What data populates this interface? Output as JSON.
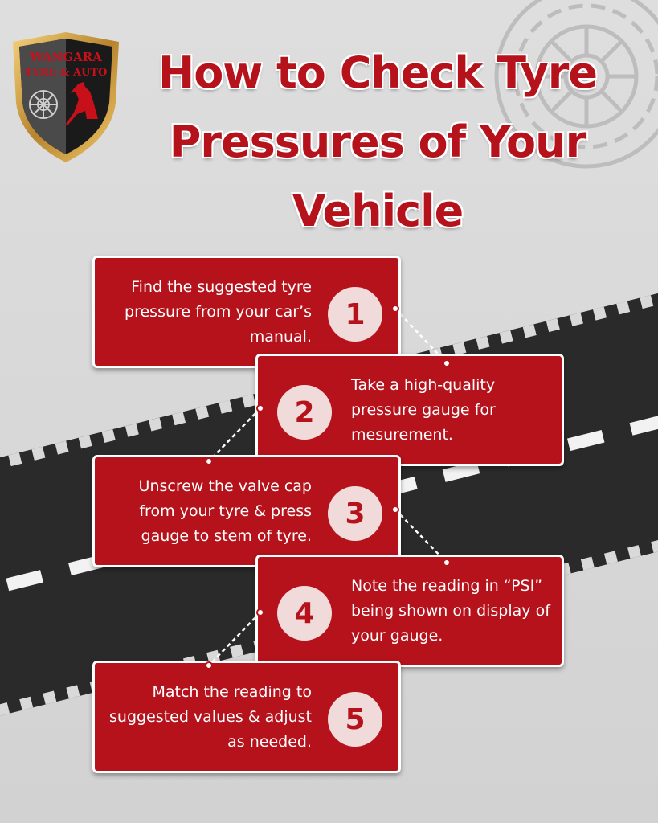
{
  "title": {
    "line1": "How to Check Tyre",
    "line2": "Pressures of Your",
    "line3": "Vehicle"
  },
  "logo": {
    "line1": "WANGARA",
    "line2": "TYRE & AUTO",
    "icons": [
      "wheel-icon",
      "kangaroo-icon"
    ]
  },
  "steps": [
    {
      "number": "1",
      "text": "Find the suggested tyre pressure from your car’s manual."
    },
    {
      "number": "2",
      "text": "Take a high-quality pressure gauge for mesurement."
    },
    {
      "number": "3",
      "text": "Unscrew the valve cap from your tyre & press gauge to stem of tyre."
    },
    {
      "number": "4",
      "text": "Note the reading in “PSI” being shown on display of your gauge."
    },
    {
      "number": "5",
      "text": "Match the reading to suggested values & adjust as needed."
    }
  ],
  "colors": {
    "accent": "#b5121b",
    "road": "#2a2a2a",
    "background": "#d9d9d9",
    "number_circle": "#f1dada"
  }
}
